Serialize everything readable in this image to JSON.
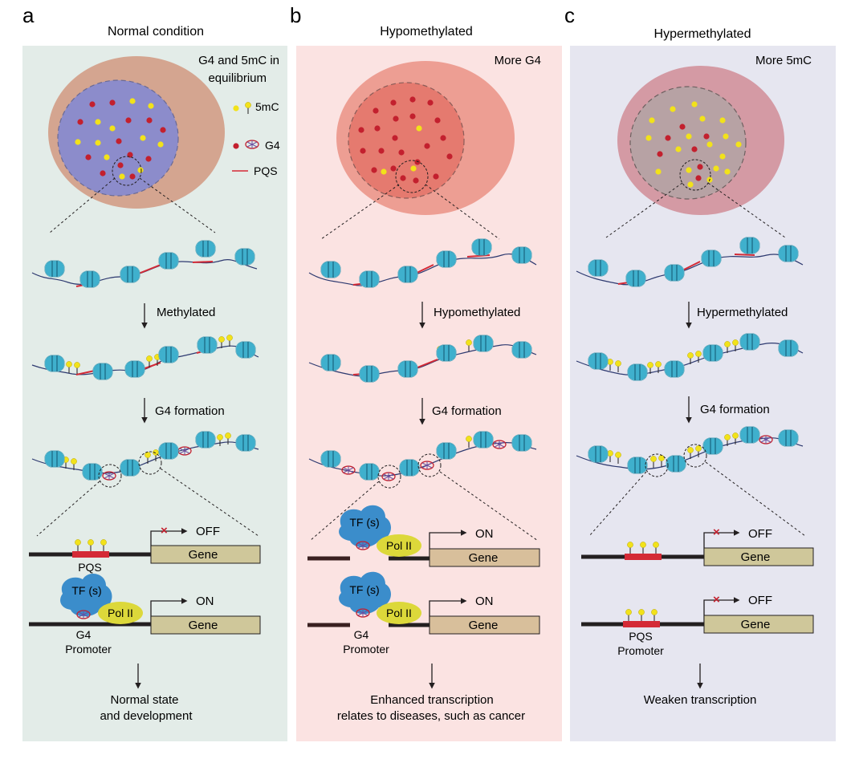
{
  "colors": {
    "panel_a": "#e3ece8",
    "panel_b": "#fbe3e2",
    "panel_c": "#e6e6f0",
    "nucleosome": "#3fb0cd",
    "yellow_5mC": "#f2e21a",
    "red_G4": "#c3202e",
    "pqs_line": "#d42a36",
    "gene_box": "#cfc79a",
    "gene_box_b": "#d8bf9b",
    "tf_blob": "#3b8dcb",
    "pol_blob": "#dcd83a"
  },
  "panels": [
    {
      "letter": "a",
      "title": "Normal condition",
      "nucleus_note": "G4 and 5mC in equilibrium",
      "legend": {
        "methyl": "5mC",
        "g4": "G4",
        "pqs": "PQS"
      },
      "step1": "Methylated",
      "step2": "G4 formation",
      "switch_top": "OFF",
      "switch_bottom": "ON",
      "gene": "Gene",
      "pqs_label": "PQS",
      "tf_label": "TF (s)",
      "pol_label": "Pol II",
      "g4_label": "G4",
      "promoter_label": "Promoter",
      "outcome": [
        "Normal state",
        "and development"
      ]
    },
    {
      "letter": "b",
      "title": "Hypomethylated",
      "nucleus_note": "More G4",
      "step1": "Hypomethylated",
      "step2": "G4 formation",
      "switch_top": "ON",
      "switch_bottom": "ON",
      "gene": "Gene",
      "tf_label": "TF (s)",
      "pol_label": "Pol II",
      "g4_label": "G4",
      "promoter_label": "Promoter",
      "outcome": [
        "Enhanced transcription",
        "relates to diseases, such as cancer"
      ]
    },
    {
      "letter": "c",
      "title": "Hypermethylated",
      "nucleus_note": "More 5mC",
      "step1": "Hypermethylated",
      "step2": "G4 formation",
      "switch_top": "OFF",
      "switch_bottom": "OFF",
      "gene": "Gene",
      "pqs_label": "PQS",
      "promoter_label": "Promoter",
      "outcome": [
        "Weaken transcription"
      ]
    }
  ]
}
